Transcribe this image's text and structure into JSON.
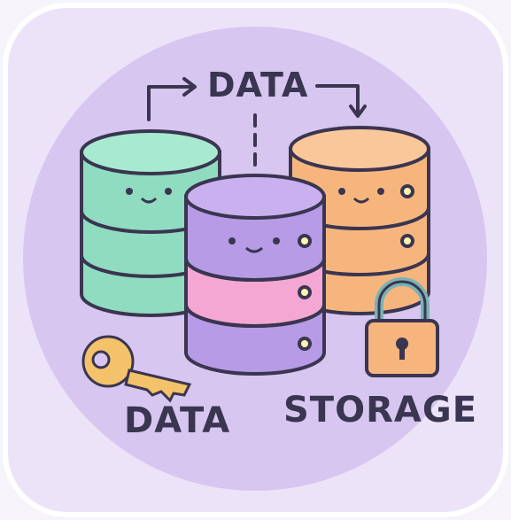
{
  "labels": {
    "top": "DATA",
    "bottom_left": "DATA",
    "bottom_right": "STORAGE"
  },
  "icons": [
    "green-database-icon",
    "purple-database-icon",
    "orange-database-icon",
    "key-icon",
    "padlock-icon",
    "arrow-icon"
  ],
  "colors": {
    "background": "#ece3f8",
    "circle": "#d7c6ef",
    "outline": "#3a3550",
    "green": "#8fdcc0",
    "purple": "#b79be6",
    "pink": "#f4a7d3",
    "orange": "#f7b57e",
    "key": "#f3c26a"
  }
}
